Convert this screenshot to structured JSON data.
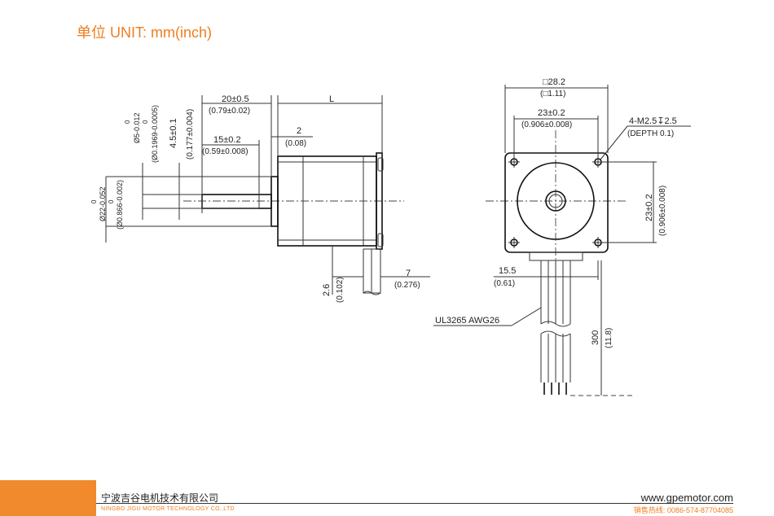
{
  "title": "单位 UNIT: mm(inch)",
  "side_view": {
    "dim_shaft_dia": "Ø5-0.012",
    "dim_shaft_dia_tol": "0",
    "dim_shaft_dia_inch": "(Ø0.1969-0.0005)",
    "dim_shaft_dia_inch_tol": "0",
    "dim_flat": "4.5±0.1",
    "dim_flat_inch": "(0.177±0.004)",
    "dim_pilot_dia": "Ø22-0.052",
    "dim_pilot_dia_tol": "0",
    "dim_pilot_dia_inch": "(Ø0.866-0.002)",
    "dim_pilot_dia_inch_tol": "0",
    "dim_shaft_len": "20±0.5",
    "dim_shaft_len_inch": "(0.79±0.02)",
    "dim_flat_len": "15±0.2",
    "dim_flat_len_inch": "(0.59±0.008)",
    "dim_pilot_len": "2",
    "dim_pilot_len_inch": "(0.08)",
    "dim_body_len": "L",
    "dim_lead_height": "2.6",
    "dim_lead_height_inch": "(0.102)",
    "dim_lead_width": "7",
    "dim_lead_width_inch": "(0.276)"
  },
  "front_view": {
    "dim_square": "□28.2",
    "dim_square_inch": "(□1.11)",
    "dim_hole_pitch": "23±0.2",
    "dim_hole_pitch_inch": "(0.906±0.008)",
    "dim_hole_pitch_v": "23±0.2",
    "dim_hole_pitch_v_inch": "(0.906±0.008)",
    "dim_thread": "4-M2.5↧2.5",
    "dim_thread_depth": "(DEPTH 0.1)",
    "dim_lead_offset": "15.5",
    "dim_lead_offset_inch": "(0.61)",
    "dim_lead_len": "300",
    "dim_lead_len_inch": "(11.8)",
    "cable_label": "UL3265 AWG26"
  },
  "footer": {
    "company_cn": "宁波吉谷电机技术有限公司",
    "company_en": "NINGBO JIGU MOTOR TECHNOLOGY CO.,LTD",
    "website": "www.gpemotor.com",
    "hotline": "销售热线: 0086-574-87704085"
  },
  "colors": {
    "accent": "#ee7d1f",
    "footer_block": "#f08a2c",
    "line": "#333333"
  }
}
